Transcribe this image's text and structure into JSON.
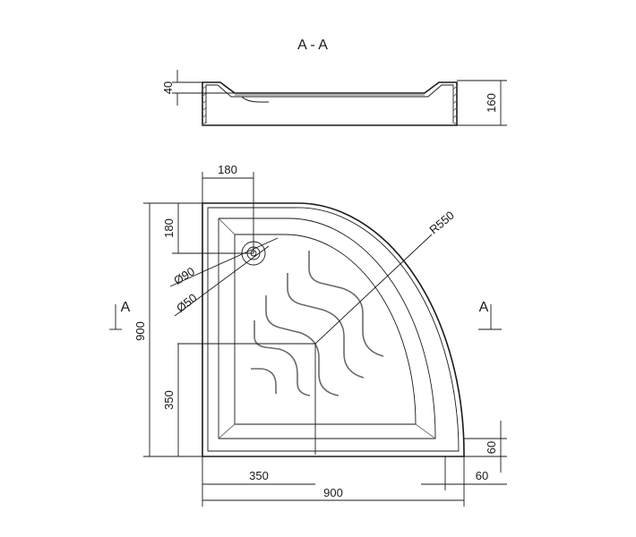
{
  "section": {
    "title": "A - A",
    "dim_depth": "40",
    "dim_height": "160"
  },
  "plan": {
    "dim_drain_x": "180",
    "dim_drain_y": "180",
    "dim_radius": "R550",
    "dim_outer_diameter": "Ø90",
    "dim_inner_diameter": "Ø50",
    "dim_overall_height": "900",
    "dim_left_offset": "350",
    "dim_bottom_offset": "350",
    "dim_overall_width": "900",
    "dim_straight_right": "60",
    "dim_straight_bottom": "60",
    "section_mark_left": "A",
    "section_mark_right": "A"
  }
}
